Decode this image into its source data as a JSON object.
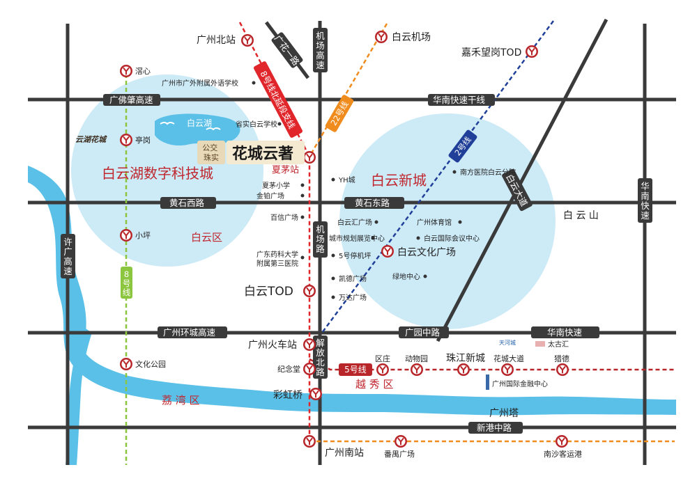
{
  "roads": {
    "guangfo": "广佛肇高速",
    "huanan_kuaisu_ganxian": "华南快速干线",
    "huangshi_xi": "黄石西路",
    "huangshi_dong": "黄石东路",
    "guangzhou_huancheng": "广州环城高速",
    "guangyuan_zhong": "广园中路",
    "huanan_kuaisu": "华南快速",
    "xingang_zhong": "新港中路",
    "guanghua": "广花一路",
    "jichang_gaosu": "机场高速",
    "jichang_lu": "机场路",
    "jiefang_bei": "解放北路",
    "xuguang": "许广高速",
    "baiyun_dadao": "白云大道",
    "huanan_kuaisu_v": "华南快速"
  },
  "lines": {
    "line8": "8号线",
    "line8_north": "8号线北延段支线",
    "line22": "22号线",
    "line2": "2号线",
    "line5": "5号线"
  },
  "districts": {
    "baiyunhu": "白云湖数字科技城",
    "baiyun_xincheng": "白云新城",
    "baiyun_qu": "白云区",
    "liwan": "荔 湾 区",
    "yuexiu": "越 秀 区",
    "baiyun_shan": "白 云 山"
  },
  "lake_label": "白云湖",
  "project": {
    "tag": "公交\n珠实",
    "tag_line1": "公交",
    "tag_line2": "珠实",
    "name": "花城云著"
  },
  "logo_text": "云湖花城",
  "stations": {
    "guangzhou_beizhan": "广州北站",
    "baiyun_jichang": "白云机场",
    "jiahe_tod": "嘉禾望岗TOD",
    "jiaoxin": "滘心",
    "tinggang": "亭岗",
    "xiaoping": "小坪",
    "xiamao": "夏茅站",
    "baiyun_tod": "白云TOD",
    "baiyun_wenhua": "白云文化广场",
    "huochezhan": "广州火车站",
    "jinian_tang": "纪念堂",
    "caihong_qiao": "彩虹桥",
    "wenhua_gongyuan": "文化公园",
    "quzhuang": "区庄",
    "dongwuyuan": "动物园",
    "zhujiang_xincheng": "珠江新城",
    "huacheng_dadao": "花城大道",
    "liede": "猎德",
    "guangzhou_nanzhan": "广州南站",
    "panyu_guangchang": "番禺广场",
    "nansha_kegang": "南沙客运港"
  },
  "pois": {
    "waiguoyu": "广州市广外附属外语学校",
    "shengshi_baiyun": "省实白云学校",
    "xiamao_xiaoxue": "夏茅小学",
    "jinbo": "金铂广场",
    "baixin": "百信广场",
    "guangdong_yaoke": "广东药科大学",
    "guangdong_yaoke2": "附属第三医院",
    "yh_cheng": "YH城",
    "nanfang_yiyuan": "南方医院白云分院",
    "baiyunhui": "白云汇广场",
    "guangzhou_tiyu": "广州体育馆",
    "guihua_zhanlan": "城市规划展览中心",
    "guoji_huiyi": "白云国际会议中心",
    "ting_jiping": "5号停机坪",
    "kaide": "凯德广场",
    "lvdi": "绿地中心",
    "wanda": "万达广场",
    "ifc": "广州国际金融中心",
    "tianhe_city": "天河城",
    "taiguhui": "太古汇",
    "guangzhou_ta": "广州塔"
  },
  "colors": {
    "road": "#3a3a3a",
    "river": "#5bc0e8",
    "circle": "#cdeaf7",
    "metro_icon": "#b8262a",
    "line8": "#8cc63f",
    "line8_north": "#e0262b",
    "line22": "#f08c1d",
    "line2": "#1f3f99",
    "line5": "#b8262a",
    "district_text": "#c0262d"
  }
}
